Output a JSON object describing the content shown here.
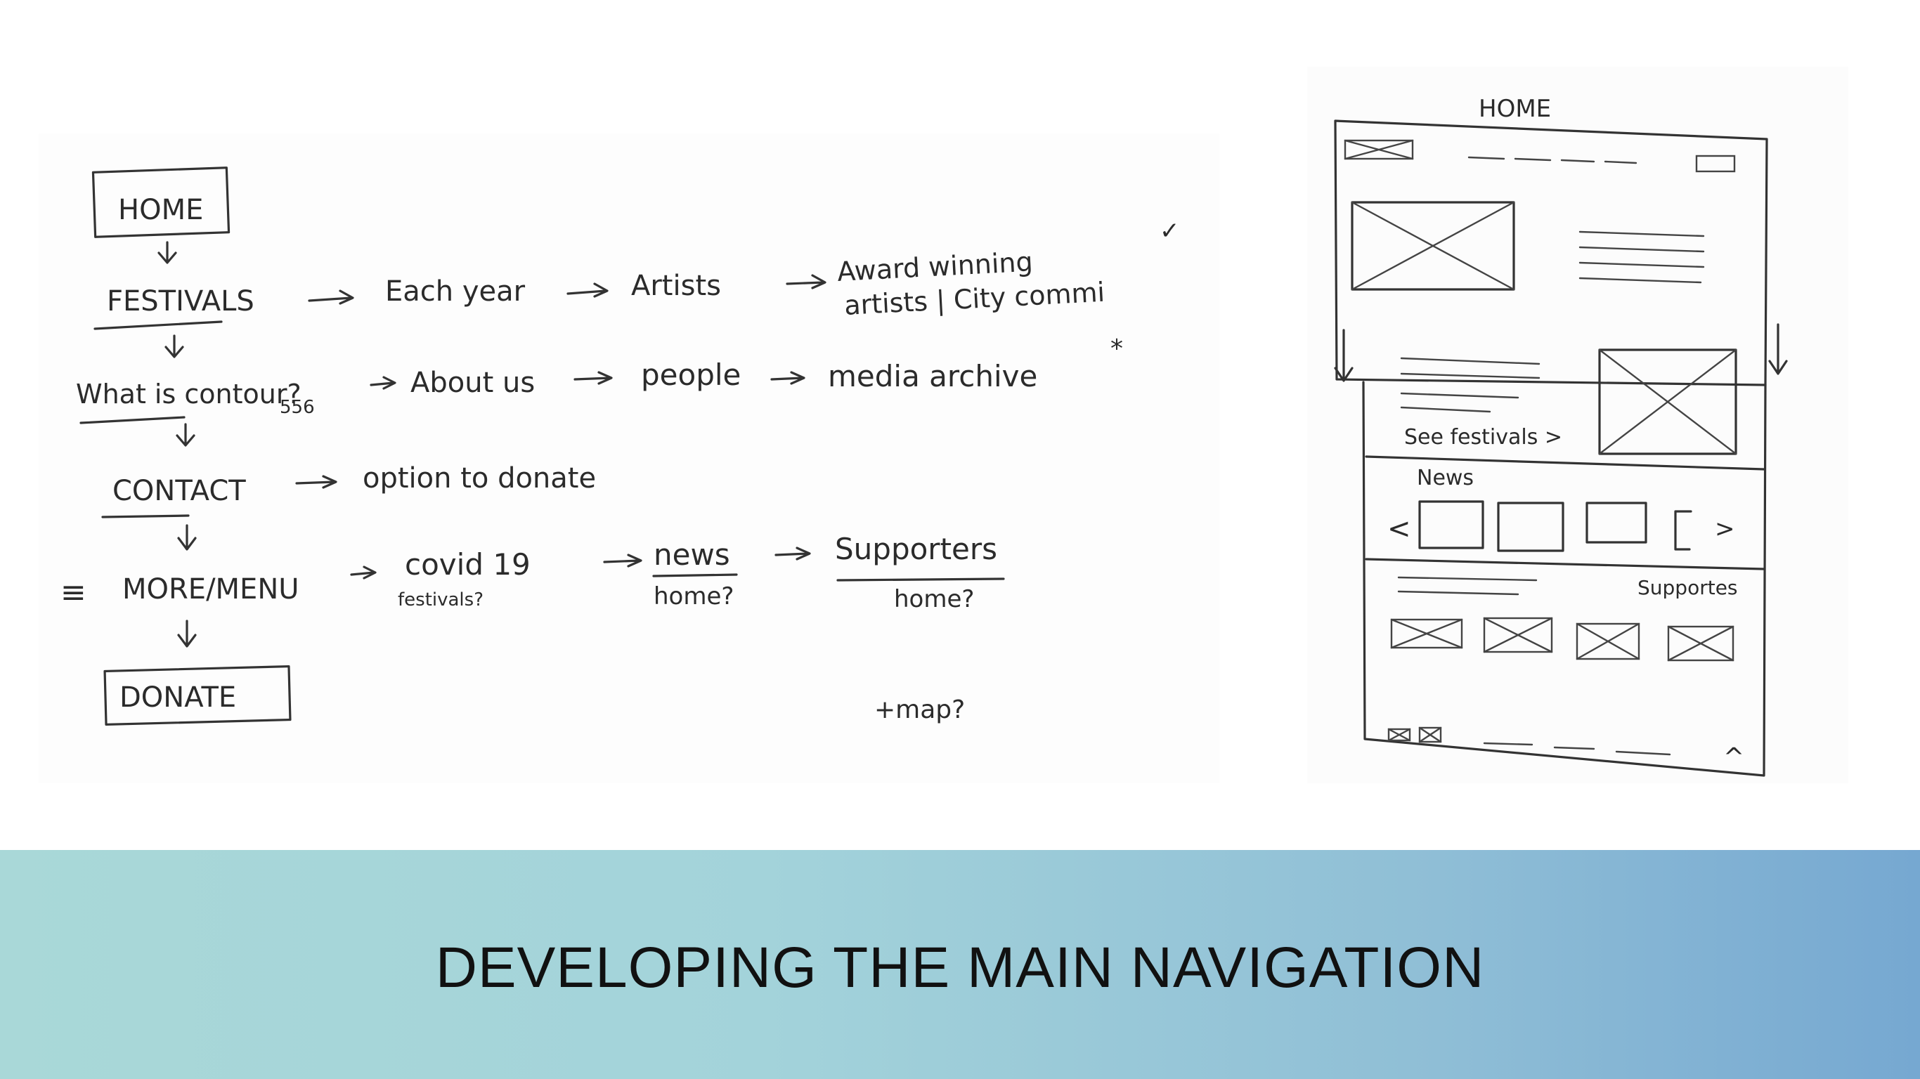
{
  "flow": {
    "home": "HOME",
    "festivals": "FESTIVALS",
    "each_year": "Each year",
    "artists": "Artists",
    "award_winning": "Award winning",
    "artists_city": "artists | City commi",
    "what_is": "What is contour?",
    "num_556": "556",
    "about_us": "About us",
    "people": "people",
    "media_archive": "media archive",
    "contact": "CONTACT",
    "donate_option": "option to donate",
    "more_menu": "MORE/MENU",
    "covid": "covid 19",
    "festivals_note": "festivals?",
    "news": "news",
    "home_q1": "home?",
    "supporters": "Supporters",
    "home_q2": "home?",
    "donate": "DONATE",
    "map_q": "+map?",
    "menu_glyph": "≡",
    "star": "*",
    "check": "✓"
  },
  "wireframe": {
    "title": "HOME",
    "see_festivals": "See festivals >",
    "news_label": "News",
    "supporters_label": "Supportes",
    "prev_arrow": "<",
    "next_arrow": ">",
    "up_arrow": "^"
  },
  "banner": {
    "title": "DEVELOPING THE MAIN NAVIGATION"
  }
}
